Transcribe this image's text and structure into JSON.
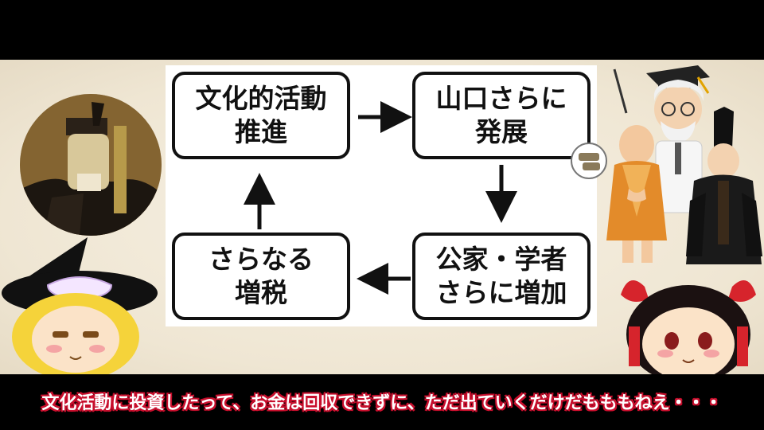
{
  "flow": {
    "boxes": [
      {
        "id": "culture",
        "text": "文化的活動\n推進"
      },
      {
        "id": "yamaguchi",
        "text": "山口さらに\n発展"
      },
      {
        "id": "nobles",
        "text": "公家・学者\nさらに増加"
      },
      {
        "id": "tax",
        "text": "さらなる\n増税"
      }
    ],
    "edges": [
      {
        "from": "culture",
        "to": "yamaguchi"
      },
      {
        "from": "yamaguchi",
        "to": "nobles"
      },
      {
        "from": "nobles",
        "to": "tax"
      },
      {
        "from": "tax",
        "to": "culture"
      }
    ]
  },
  "subtitle": {
    "text": "文化活動に投資したって、お金は回収できずに、ただ出ていくだけだもももねえ・・・"
  },
  "colors": {
    "subtitle_outline": "#c8102e",
    "box_border": "#111111",
    "background": "#efe6d3"
  },
  "icons": [
    "portrait-icon",
    "witch-character-icon",
    "shrine-maiden-character-icon",
    "monk-illustration-icon",
    "professor-illustration-icon",
    "noble-illustration-icon"
  ]
}
